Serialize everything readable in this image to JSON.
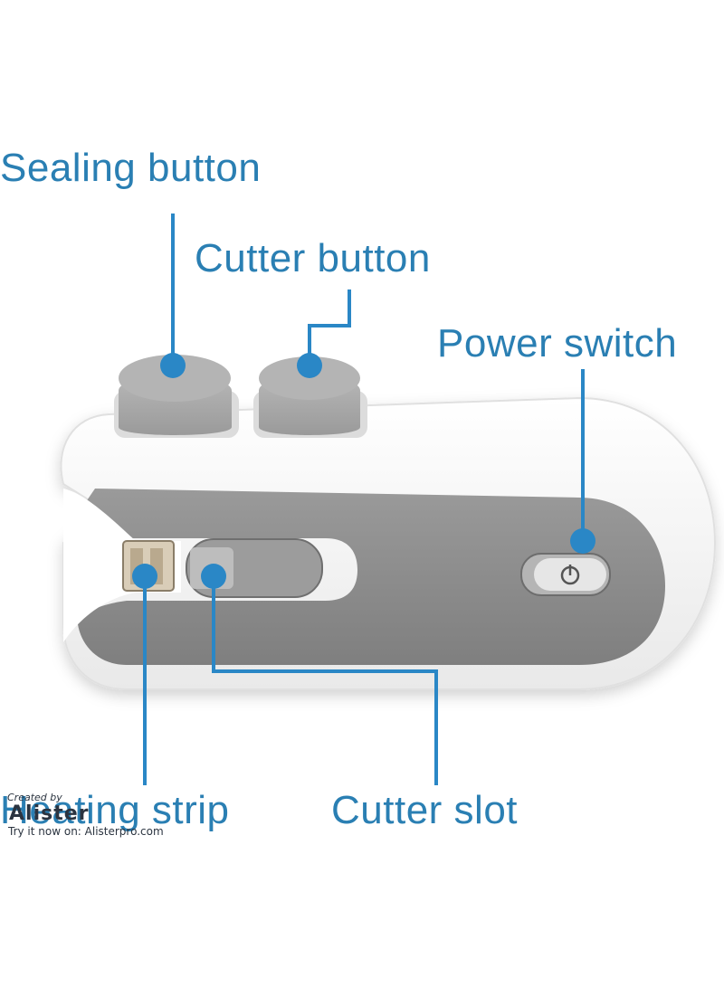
{
  "labels": {
    "sealing_button": "Sealing button",
    "cutter_button": "Cutter button",
    "power_switch": "Power switch",
    "heating_strip": "Heating strip",
    "cutter_slot": "Cutter slot"
  },
  "watermark": {
    "created_by": "Created by",
    "brand": "Alister",
    "try_it": "Try it now on: Alisterpro.com"
  },
  "colors": {
    "label": "#2a7fb3",
    "leader": "#2a87c6",
    "body_white": "#ffffff",
    "body_gray": "#8e8e8e",
    "button_gray": "#a8a8a8"
  }
}
